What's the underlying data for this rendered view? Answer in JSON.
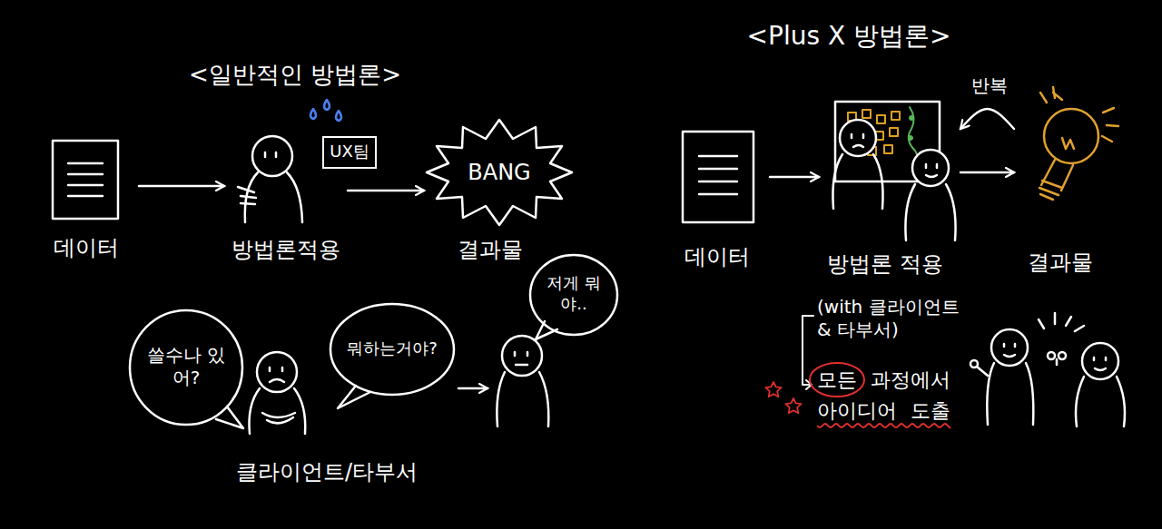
{
  "diagram": {
    "nodes": [
      {
        "text": [
          "데이터"
        ]
      },
      {
        "text": [
          "방법론적용"
        ]
      },
      {
        "text": [
          "UX팀"
        ]
      },
      {
        "text": [
          "BANG",
          "결과물"
        ]
      },
      {
        "text": [
          "쓸수나 있어?"
        ]
      },
      {
        "text": [
          "뭐하는거야?"
        ]
      },
      {
        "text": [
          "저게 뭐야.."
        ]
      },
      {
        "text": [
          "데이터"
        ]
      },
      {
        "text": [
          "방법론 적용"
        ]
      },
      {
        "text": [
          "결과물"
        ]
      }
    ],
    "edges": [
      {
        "from": 0,
        "to": 1,
        "arrow": "to"
      },
      {
        "from": 1,
        "to": 3,
        "arrow": "to"
      },
      {
        "from": 5,
        "to": 6,
        "arrow": "to"
      },
      {
        "from": 7,
        "to": 8,
        "arrow": "to"
      },
      {
        "from": 8,
        "to": 9,
        "arrow": "to"
      },
      {
        "from": 9,
        "to": 8,
        "label": "반복",
        "arrow": "to"
      }
    ],
    "labels": [
      "<일반적인 방법론>",
      "<Plus X 방법론>",
      "클라이언트/타부서",
      "(with 클라이언트 & 타부서)",
      "모든 과정에서 아이디어 도출"
    ]
  }
}
